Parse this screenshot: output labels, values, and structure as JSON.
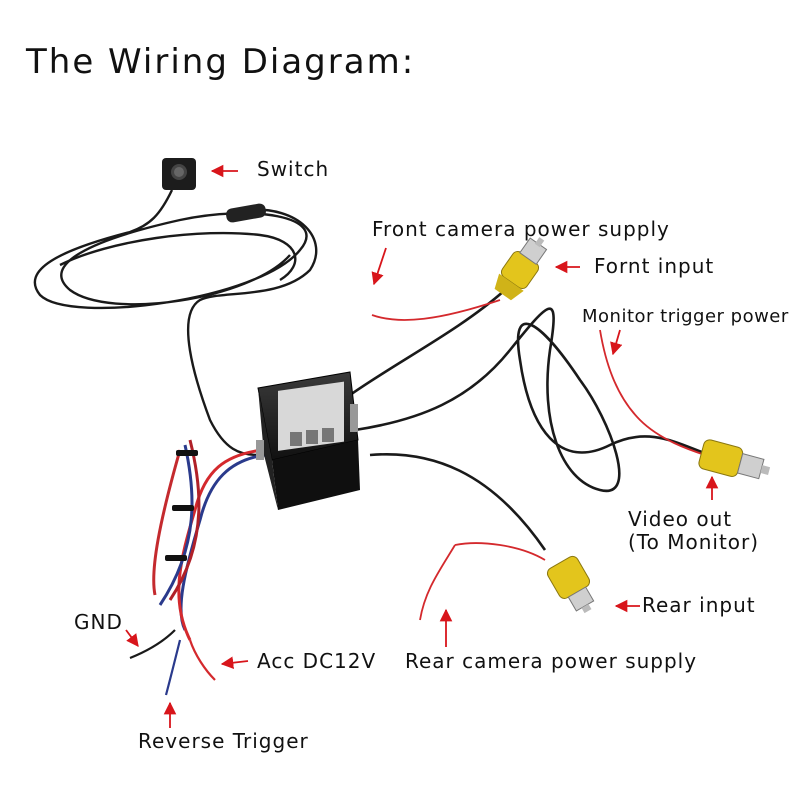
{
  "title": "The Wiring Diagram:",
  "labels": {
    "switch": "Switch",
    "front_power": "Front camera power supply",
    "front_input": "Fornt input",
    "monitor_trigger": "Monitor trigger power",
    "video_out_line1": "Video out",
    "video_out_line2": "(To Monitor)",
    "rear_input": "Rear input",
    "rear_power": "Rear camera power supply",
    "gnd": "GND",
    "acc": "Acc DC12V",
    "reverse": "Reverse Trigger"
  },
  "colors": {
    "arrow": "#d8151b",
    "cable": "#1a1a1a",
    "rca_yellow": "#e3c51c",
    "red_wire": "#d4292d",
    "blue_wire": "#2a3a8c",
    "box": "#1c1c1c"
  }
}
